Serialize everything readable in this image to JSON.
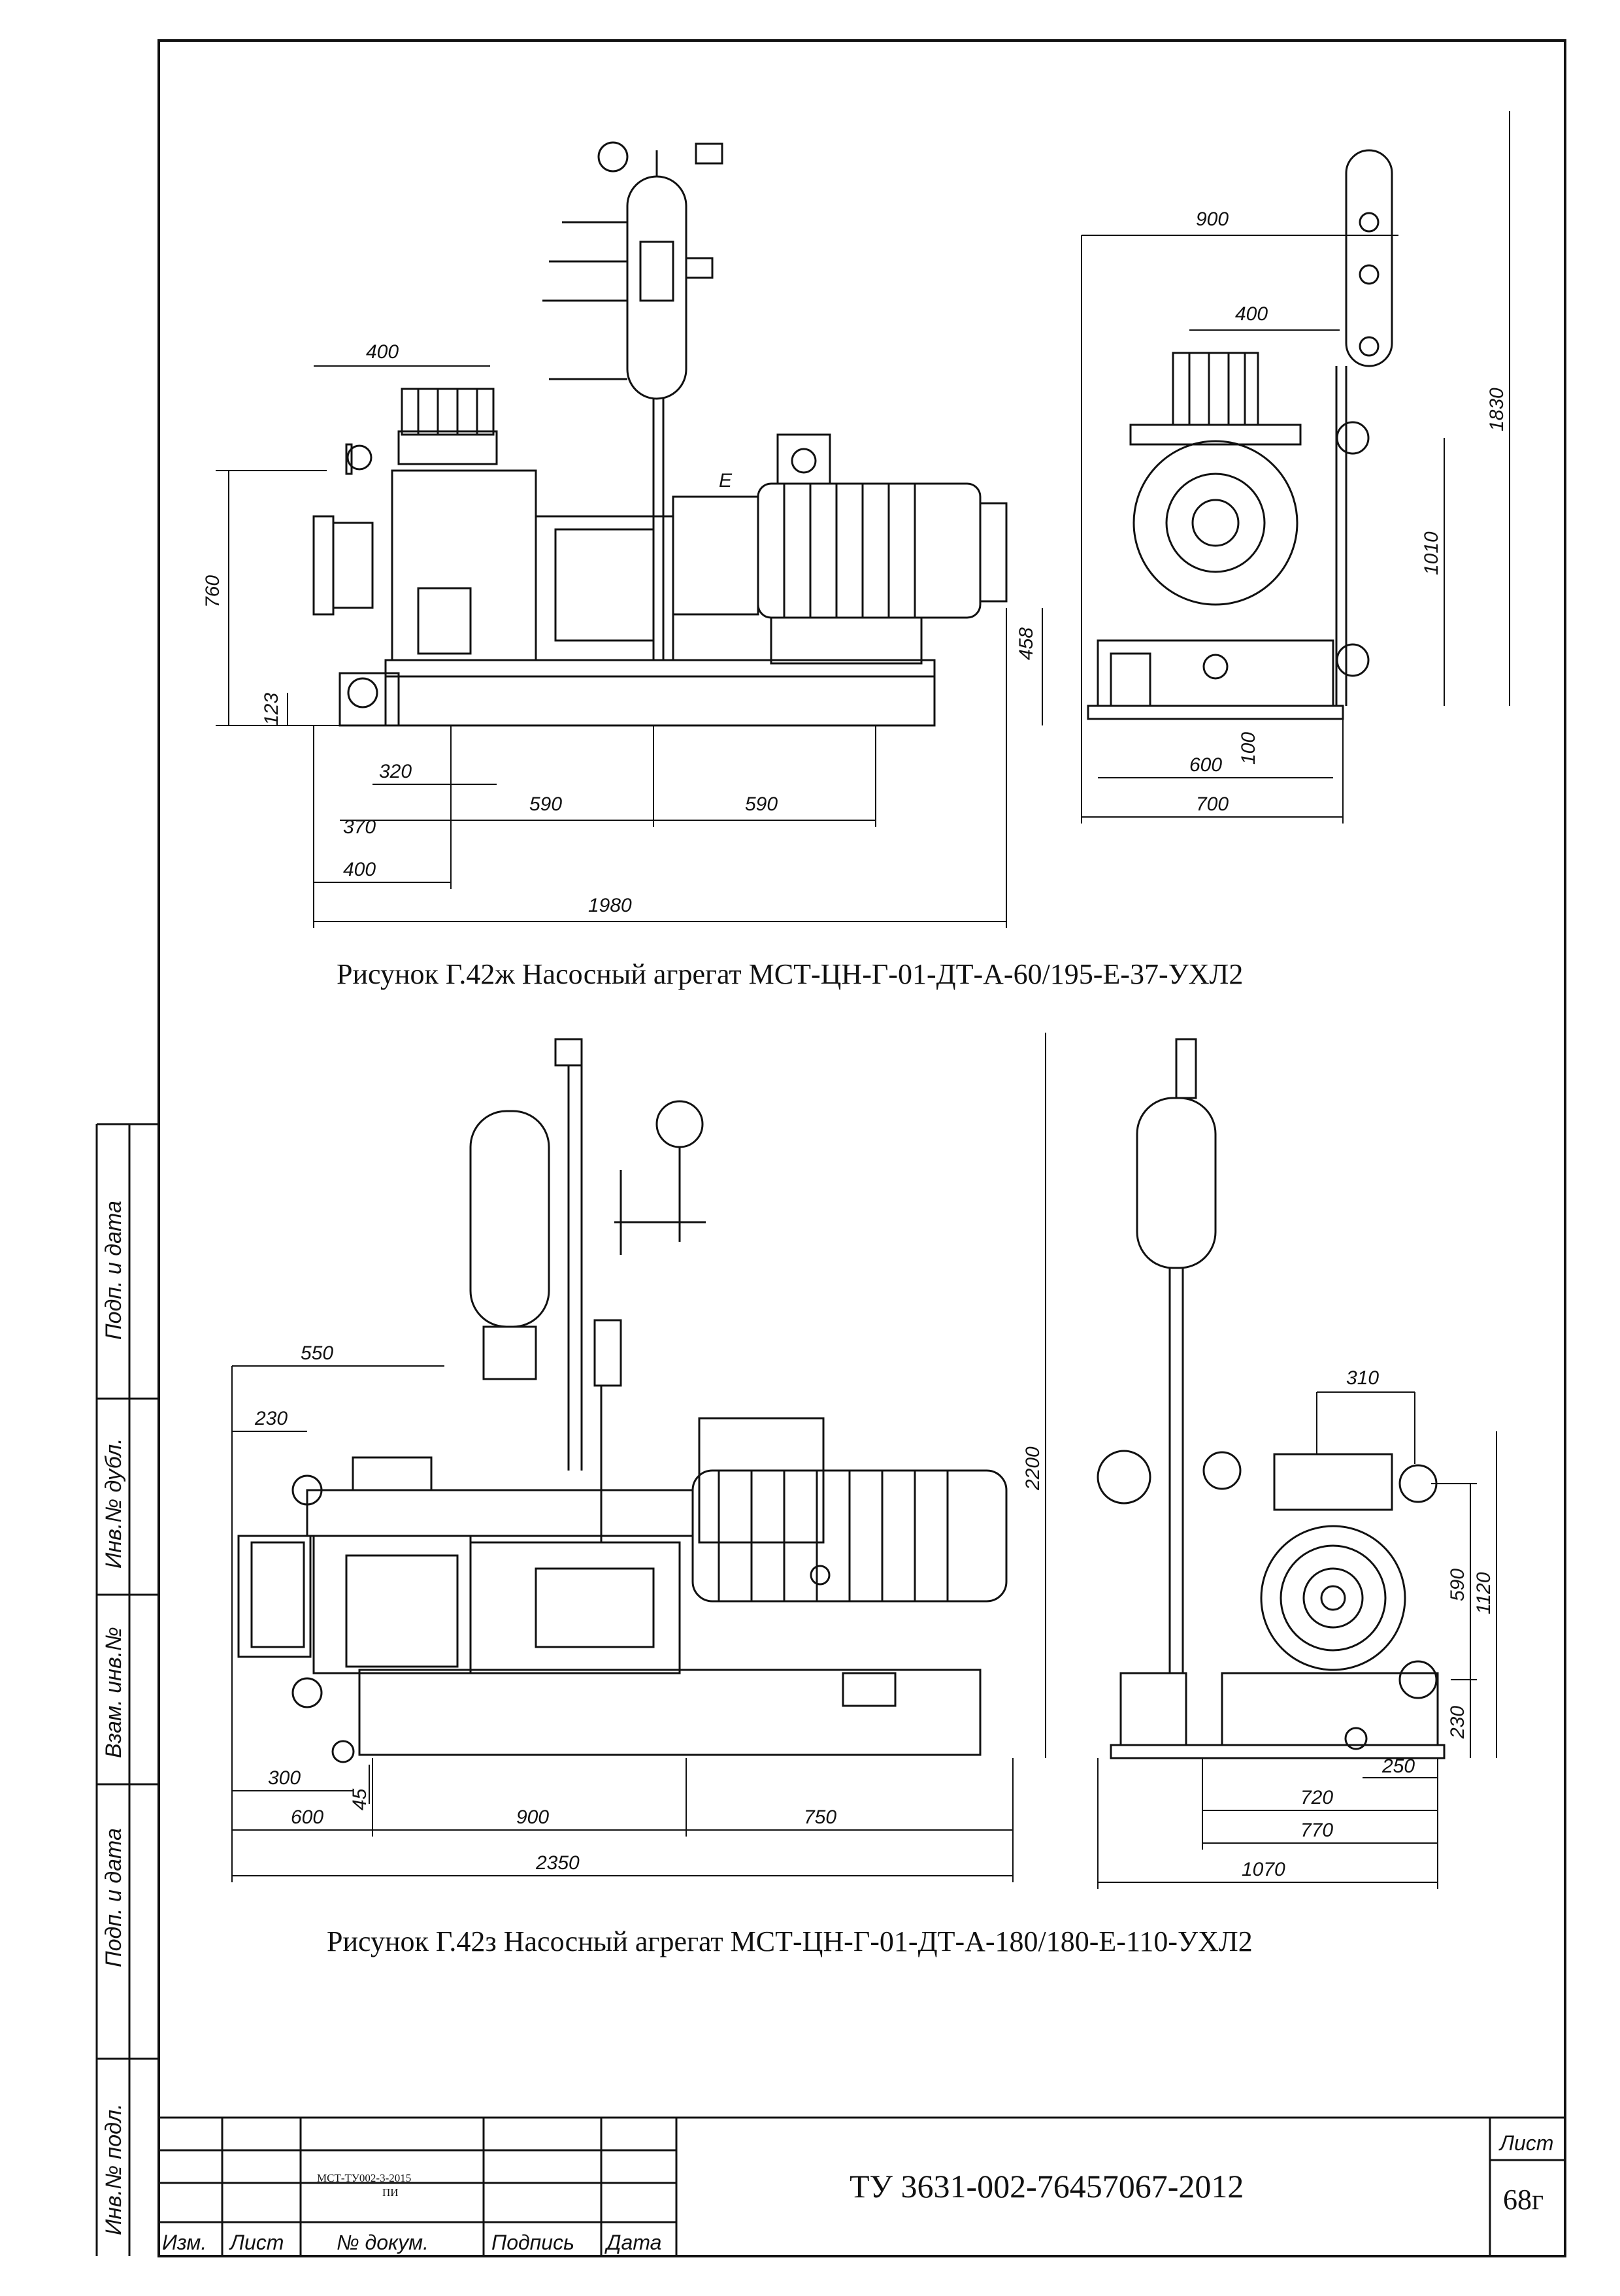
{
  "figures": [
    {
      "caption": "Рисунок Г.42ж Насосный агрегат МСТ-ЦН-Г-01-ДТ-А-60/195-Е-37-УХЛ2",
      "front_dims": [
        "400",
        "760",
        "123",
        "320",
        "370",
        "400",
        "590",
        "590",
        "1980",
        "458",
        "E"
      ],
      "side_dims": [
        "900",
        "400",
        "1830",
        "1010",
        "600",
        "100",
        "700"
      ]
    },
    {
      "caption": "Рисунок Г.42з Насосный агрегат МСТ-ЦН-Г-01-ДТ-А-180/180-Е-110-УХЛ2",
      "front_dims": [
        "550",
        "230",
        "300",
        "45",
        "600",
        "900",
        "750",
        "2350",
        "2200"
      ],
      "side_dims": [
        "310",
        "590",
        "1120",
        "230",
        "250",
        "720",
        "770",
        "1070"
      ]
    }
  ],
  "stamp": {
    "document_code": "ТУ 3631-002-76457067-2012",
    "doc_ref_line1": "МСТ-ТУ002-3-2015",
    "doc_ref_line2": "ПИ",
    "sheet_label": "Лист",
    "sheet_number": "68г",
    "columns": [
      "Изм.",
      "Лист",
      "№ докум.",
      "Подпись",
      "Дата"
    ]
  },
  "side_strip": [
    "Подп. и дата",
    "Инв.№ дубл.",
    "Взам. инв.№",
    "Подп. и дата",
    "Инв.№ подл."
  ]
}
